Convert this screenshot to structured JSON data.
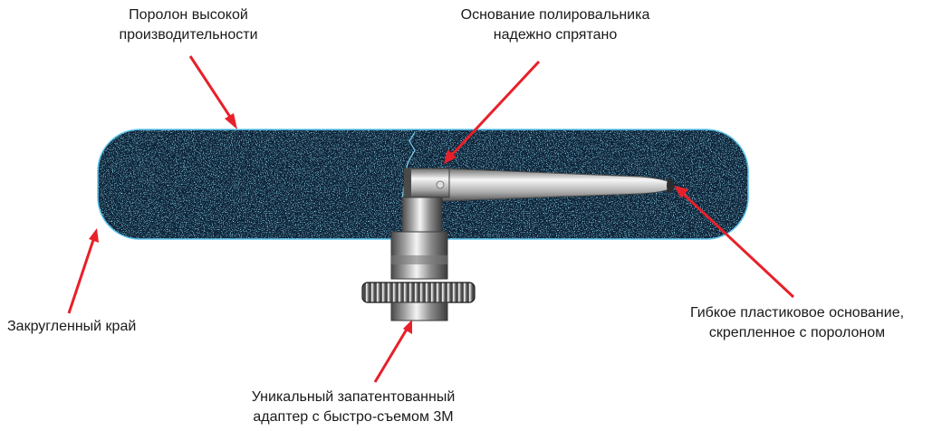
{
  "labels": {
    "foam": [
      "Поролон высокой",
      "производительности"
    ],
    "base_hidden": [
      "Основание полировальника",
      "надежно спрятано"
    ],
    "rounded_edge": [
      "Закругленный край"
    ],
    "flex_base": [
      "Гибкое пластиковое основание,",
      "скрепленное с поролоном"
    ],
    "adapter": [
      "Уникальный запатентованный",
      "адаптер с быстро-съемом 3M"
    ]
  },
  "colors": {
    "arrow": "#e8202a",
    "foam_dark": "#0f2438",
    "foam_speck": "#3fa9d8",
    "metal_light": "#f0f0f0",
    "metal_dark": "#5a5a5a"
  }
}
